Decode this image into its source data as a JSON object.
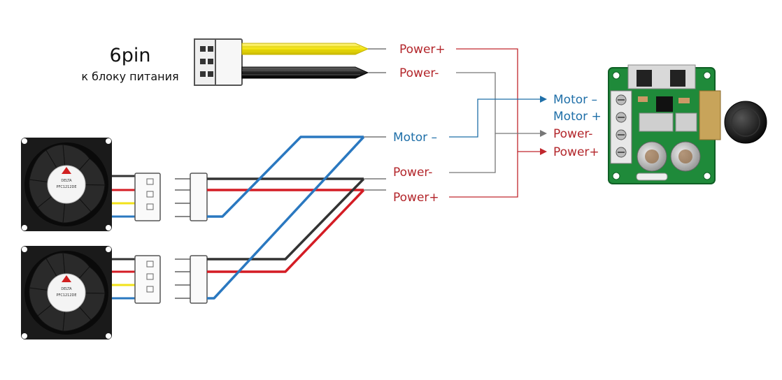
{
  "psu_connector": {
    "title": "6pin",
    "subtitle": "к блоку питания"
  },
  "psu_wire_labels": {
    "power_plus": "Power+",
    "power_minus": "Power-"
  },
  "fan_wire_labels": {
    "motor_minus": "Motor –",
    "power_minus": "Power-",
    "power_plus": "Power+"
  },
  "controller_terminals": [
    {
      "label": "Motor –",
      "color": "#1f6fa8"
    },
    {
      "label": "Motor +",
      "color": "#1f6fa8"
    },
    {
      "label": "Power-",
      "color": "#b3262b"
    },
    {
      "label": "Power+",
      "color": "#b3262b"
    }
  ],
  "fan": {
    "brand_text": "DELTA",
    "model_text": "PFC1212DE"
  },
  "colors": {
    "power_plus": "#c0272d",
    "power_minus": "#777777",
    "motor": "#1f6fa8",
    "wire_red": "#d41c24",
    "wire_black": "#333333",
    "wire_yellow": "#f2e21a",
    "wire_blue": "#2a78c0",
    "pcb_green": "#1f8a3a"
  }
}
